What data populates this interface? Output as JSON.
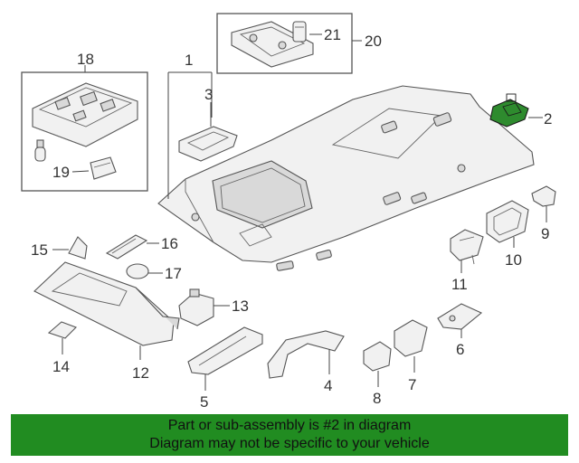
{
  "highlight_color": "#2e8b2e",
  "banner_color": "#218c21",
  "callouts": {
    "c1": "1",
    "c2": "2",
    "c3": "3",
    "c4": "4",
    "c5": "5",
    "c6": "6",
    "c7": "7",
    "c8": "8",
    "c9": "9",
    "c10": "10",
    "c11": "11",
    "c12": "12",
    "c13": "13",
    "c14": "14",
    "c15": "15",
    "c16": "16",
    "c17": "17",
    "c18": "18",
    "c19": "19",
    "c20": "20",
    "c21": "21"
  },
  "banner": {
    "line1": "Part or sub-assembly is #2 in diagram",
    "line2": "Diagram may not be specific to your vehicle"
  }
}
